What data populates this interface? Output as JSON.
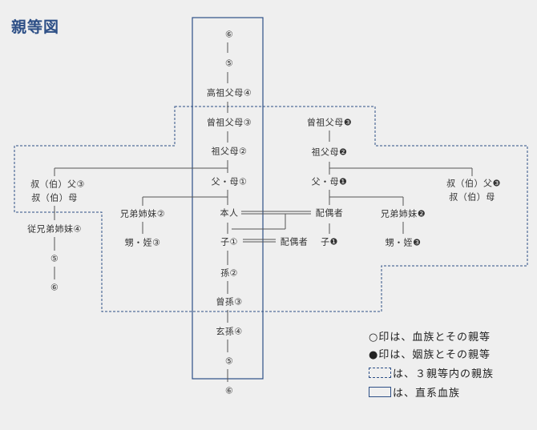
{
  "title": "親等図",
  "colors": {
    "accent": "#2d4f86",
    "text": "#333333",
    "line": "#555555",
    "background": "#efefef"
  },
  "nodes": {
    "g6_top": "⑥",
    "g5_top": "⑤",
    "koso": "高祖父母④",
    "sou": "曾祖父母③",
    "sofu": "祖父母②",
    "fubo": "父・母①",
    "honnin": "本人",
    "ko": "子①",
    "mago": "孫②",
    "himago": "曾孫③",
    "genson": "玄孫④",
    "g5_bot": "⑤",
    "g6_bot": "⑥",
    "sib": "兄弟姉妹②",
    "oimei": "甥・姪③",
    "oji1": "叔（伯）父③",
    "oba1": "叔（伯）母",
    "itoko": "従兄弟姉妹④",
    "itoko5": "⑤",
    "itoko6": "⑥",
    "in_sou": "曾祖父母❸",
    "in_sofu": "祖父母❷",
    "in_fubo": "父・母❶",
    "haigusha": "配偶者",
    "in_sib": "兄弟姉妹❷",
    "in_oimei": "甥・姪❸",
    "in_oji": "叔（伯）父❸",
    "in_oba": "叔（伯）母",
    "ko_haigusha": "配偶者",
    "in_ko": "子❶"
  },
  "legend": {
    "blood": "○印は、血族とその親等",
    "inlaw": "●印は、姻族とその親等",
    "range": "は、３親等内の親族",
    "direct": "は、直系血族"
  }
}
